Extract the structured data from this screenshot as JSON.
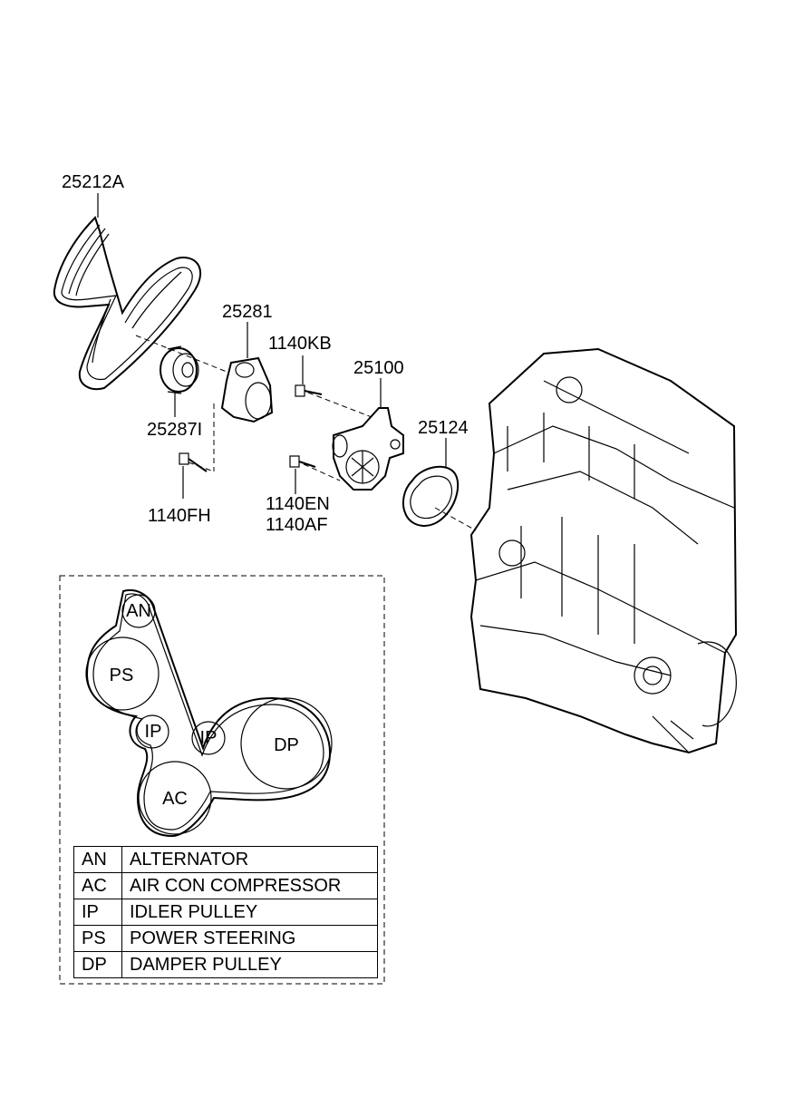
{
  "part_labels": {
    "belt": "25212A",
    "tensioner": "25281",
    "idler": "25287I",
    "bolt_kb": "1140KB",
    "water_pump": "25100",
    "gasket": "25124",
    "bolt_fh": "1140FH",
    "bolt_en": "1140EN",
    "bolt_af": "1140AF"
  },
  "pulleys": {
    "an": "AN",
    "ps": "PS",
    "ip_left": "IP",
    "ip_right": "IP",
    "dp": "DP",
    "ac": "AC"
  },
  "legend": [
    {
      "code": "AN",
      "name": "ALTERNATOR"
    },
    {
      "code": "AC",
      "name": "AIR CON COMPRESSOR"
    },
    {
      "code": "IP",
      "name": "IDLER PULLEY"
    },
    {
      "code": "PS",
      "name": "POWER STEERING"
    },
    {
      "code": "DP",
      "name": "DAMPER PULLEY"
    }
  ]
}
